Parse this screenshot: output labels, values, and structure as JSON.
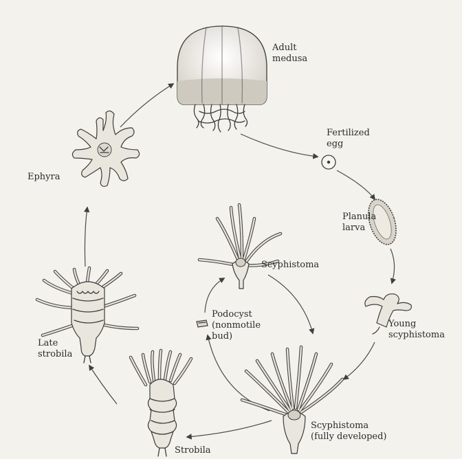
{
  "labels": {
    "adult_medusa": "Adult\nmedusa",
    "fertilized_egg": "Fertilized\negg",
    "planula_larva": "Planula\nlarva",
    "young_scyphistoma": "Young\nscyphistoma",
    "scyphistoma": "Scyphistoma",
    "podocyst": "Podocyst\n(nonmotile\nbud)",
    "scyphistoma_fully_developed": "Scyphistoma\n(fully developed)",
    "strobila": "Strobila",
    "late_strobila": "Late\nstrobila",
    "ephyra": "Ephyra"
  }
}
